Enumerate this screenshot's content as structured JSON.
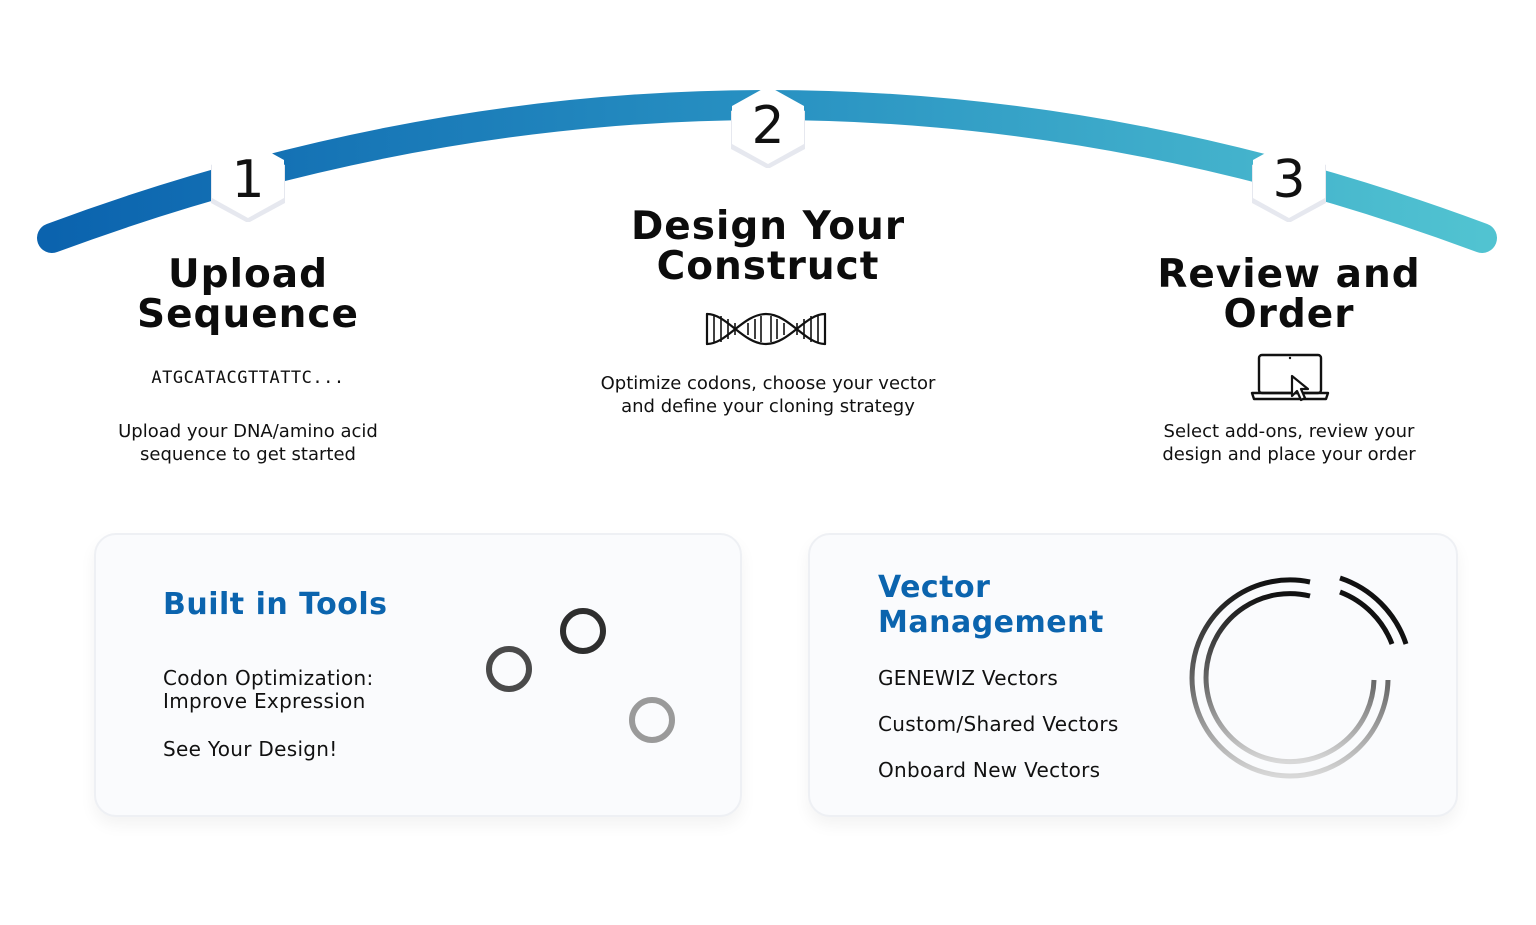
{
  "arc": {
    "start_color": "#0b63ae",
    "end_color": "#51c3d1"
  },
  "steps": [
    {
      "number": "1",
      "title_line1": "Upload",
      "title_line2": "Sequence",
      "sequence": "ATGCATACGTTATTC...",
      "icon": "dna-sequence-text",
      "desc_line1": "Upload your DNA/amino acid",
      "desc_line2": "sequence to get started"
    },
    {
      "number": "2",
      "title_line1": "Design Your",
      "title_line2": "Construct",
      "icon": "dna-helix-icon",
      "desc_line1": "Optimize codons, choose your vector",
      "desc_line2": "and define your cloning strategy"
    },
    {
      "number": "3",
      "title_line1": "Review and",
      "title_line2": "Order",
      "icon": "laptop-cursor-icon",
      "desc_line1": "Select add-ons, review your",
      "desc_line2": "design and place your order"
    }
  ],
  "cards": {
    "tools": {
      "title": "Built in Tools",
      "item1_line1": "Codon Optimization:",
      "item1_line2": "Improve Expression",
      "item2": "See Your Design!",
      "icon": "sliders-icon"
    },
    "vectors": {
      "title_line1": "Vector",
      "title_line2": "Management",
      "items": [
        "GENEWIZ Vectors",
        "Custom/Shared Vectors",
        "Onboard New Vectors"
      ],
      "icon": "circular-vector-icon"
    }
  },
  "colors": {
    "accent": "#0b64ae",
    "text": "#111111",
    "card_bg": "#fafbfd"
  }
}
